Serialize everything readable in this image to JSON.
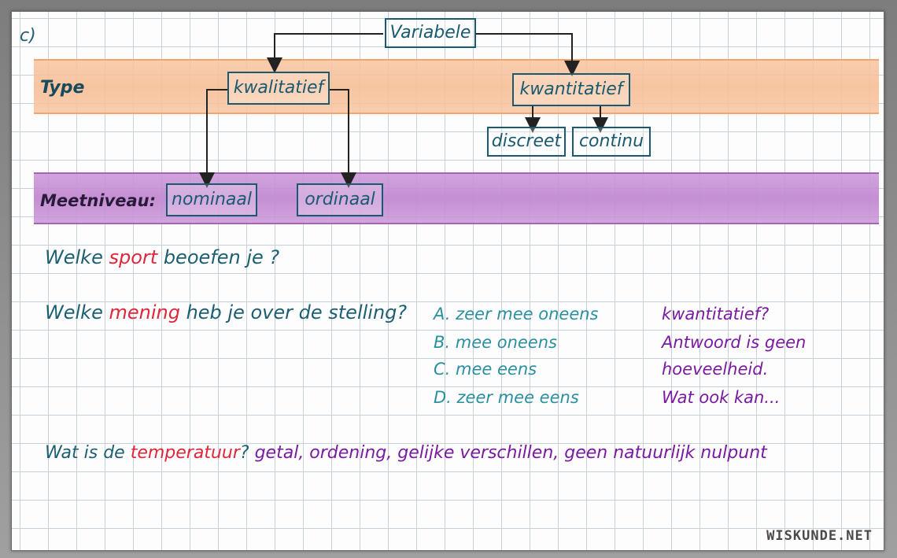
{
  "label": "c)",
  "diagram": {
    "root": "Variabele",
    "type_label": "Type",
    "meetniveau_label": "Meetniveau:",
    "kwalitatief": "kwalitatief",
    "kwantitatief": "kwantitatief",
    "discreet": "discreet",
    "continu": "continu",
    "nominaal": "nominaal",
    "ordinaal": "ordinaal"
  },
  "questions": {
    "q1": {
      "pre": "Welke",
      "key": "sport",
      "post": "beoefen je ?"
    },
    "q2": {
      "pre": "Welke",
      "key": "mening",
      "post": "heb je over de stelling?"
    },
    "options": [
      "A. zeer mee oneens",
      "B. mee oneens",
      "C. mee eens",
      "D. zeer mee eens"
    ],
    "note": [
      "kwantitatief?",
      "Antwoord is geen",
      "hoeveelheid.",
      "Wat ook kan..."
    ],
    "q3": {
      "pre": "Wat is de",
      "key": "temperatuur",
      "post": "?",
      "answer": "getal, ordening, gelijke verschillen, geen natuurlijk nulpunt"
    }
  },
  "logo": "WISKUNDE.NET",
  "colors": {
    "teal": "#1c5f73",
    "red": "#e0263a",
    "purple": "#7a1aa0",
    "orange_band": "#f8be96",
    "purple_band": "#c289d1"
  }
}
